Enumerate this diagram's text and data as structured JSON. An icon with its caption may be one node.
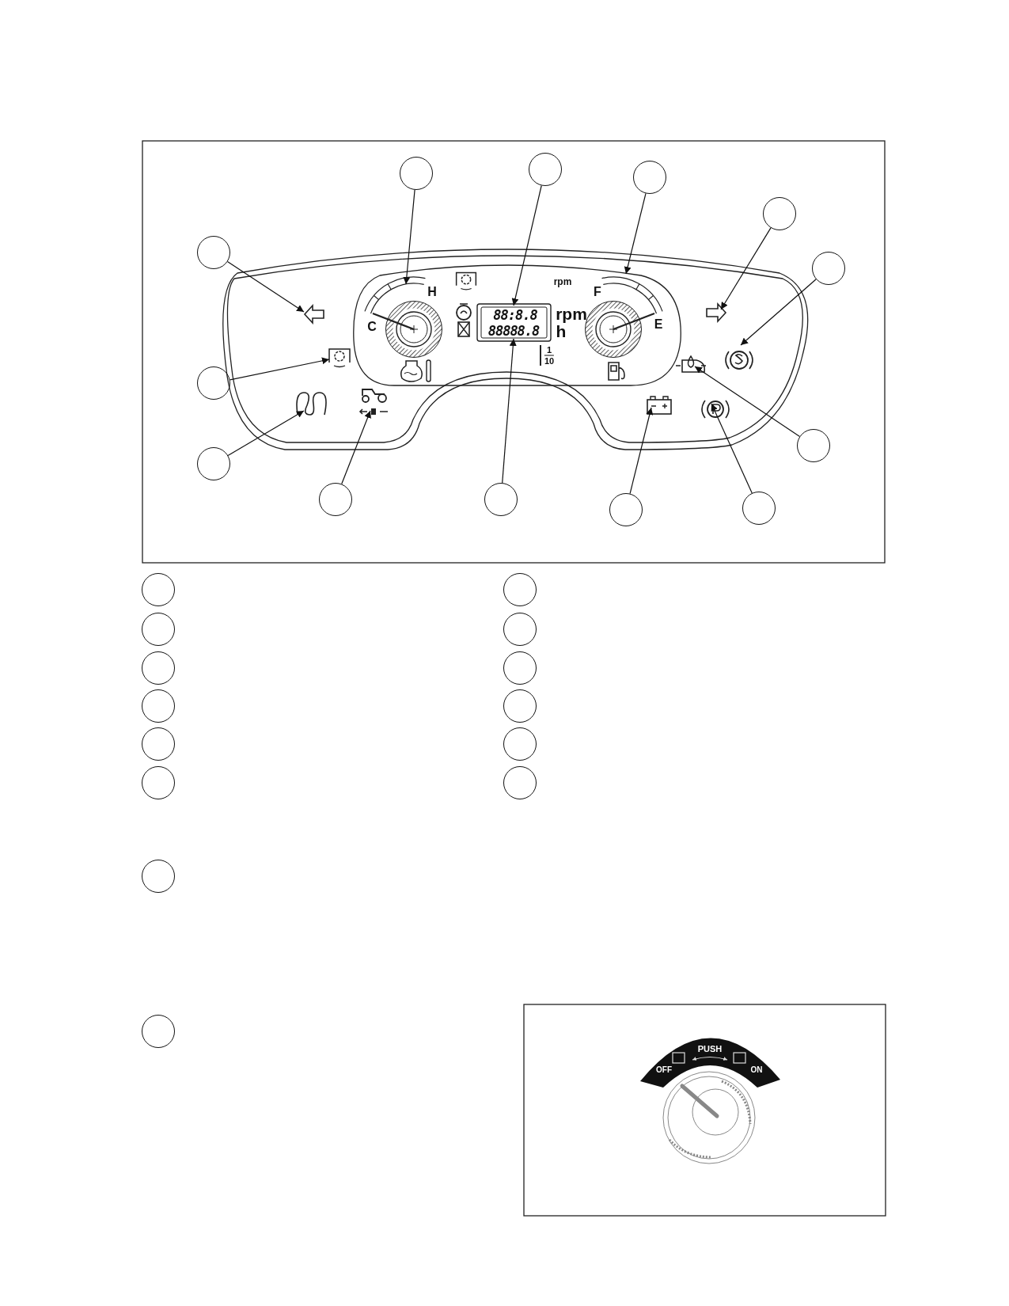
{
  "diagram": {
    "nodes": [
      {
        "text": [],
        "shape": "circle"
      },
      {
        "text": [],
        "shape": "circle"
      },
      {
        "text": [],
        "shape": "circle"
      },
      {
        "text": [],
        "shape": "circle"
      },
      {
        "text": [],
        "shape": "circle"
      },
      {
        "text": [],
        "shape": "circle"
      },
      {
        "text": [],
        "shape": "circle"
      },
      {
        "text": [],
        "shape": "circle"
      },
      {
        "text": [],
        "shape": "circle"
      },
      {
        "text": [],
        "shape": "circle"
      },
      {
        "text": [],
        "shape": "circle"
      },
      {
        "text": [],
        "shape": "circle"
      },
      {
        "text": [],
        "shape": "circle"
      },
      {
        "text": [],
        "shape": "picture"
      },
      {
        "text": [],
        "shape": "picture"
      },
      {
        "text": [
          "88:8.8"
        ]
      },
      {
        "text": [
          "88888.8"
        ]
      },
      {
        "text": [],
        "shape": "picture"
      },
      {
        "text": [],
        "shape": "picture"
      },
      {
        "text": [],
        "shape": "circle"
      },
      {
        "text": [],
        "shape": "picture"
      },
      {
        "text": [],
        "shape": "picture"
      },
      {
        "text": [],
        "shape": "picture"
      },
      {
        "text": [],
        "shape": "picture"
      },
      {
        "text": [],
        "shape": "box"
      },
      {
        "text": [],
        "shape": "circle"
      },
      {
        "text": [],
        "shape": "circle"
      },
      {
        "text": [],
        "shape": "circle"
      },
      {
        "text": [],
        "shape": "circle"
      },
      {
        "text": [],
        "shape": "circle"
      },
      {
        "text": [],
        "shape": "circle"
      },
      {
        "text": [],
        "shape": "circle"
      },
      {
        "text": [],
        "shape": "circle"
      },
      {
        "text": [],
        "shape": "circle"
      },
      {
        "text": [],
        "shape": "circle"
      },
      {
        "text": [],
        "shape": "circle"
      },
      {
        "text": [],
        "shape": "circle"
      },
      {
        "text": [],
        "shape": "circle"
      },
      {
        "text": [],
        "shape": "circle"
      },
      {
        "text": [],
        "shape": "circle"
      }
    ],
    "edges": [
      {
        "from": 0,
        "to": 15,
        "arrow": "to"
      },
      {
        "from": 1,
        "to": 14,
        "arrow": "to"
      },
      {
        "from": 2,
        "to": 17,
        "arrow": "to"
      },
      {
        "from": 3,
        "to": 18,
        "arrow": "to"
      },
      {
        "from": 4,
        "to": 13,
        "arrow": "to"
      },
      {
        "from": 5,
        "to": 19,
        "arrow": "to"
      },
      {
        "from": 6,
        "to": 20,
        "arrow": "to"
      },
      {
        "from": 7,
        "to": 21,
        "arrow": "to"
      },
      {
        "from": 8,
        "to": 22,
        "arrow": "to"
      },
      {
        "from": 9,
        "to": 23,
        "arrow": "to"
      },
      {
        "from": 10,
        "to": 16,
        "arrow": "to"
      },
      {
        "from": 11,
        "to": 25,
        "arrow": "to"
      },
      {
        "from": 12,
        "to": 24,
        "arrow": "to"
      }
    ],
    "labels": [
      "rpm",
      "H",
      "F",
      "rpm",
      "C",
      "E",
      "h",
      "1",
      "10",
      "PUSH",
      "OFF",
      "ON"
    ]
  }
}
